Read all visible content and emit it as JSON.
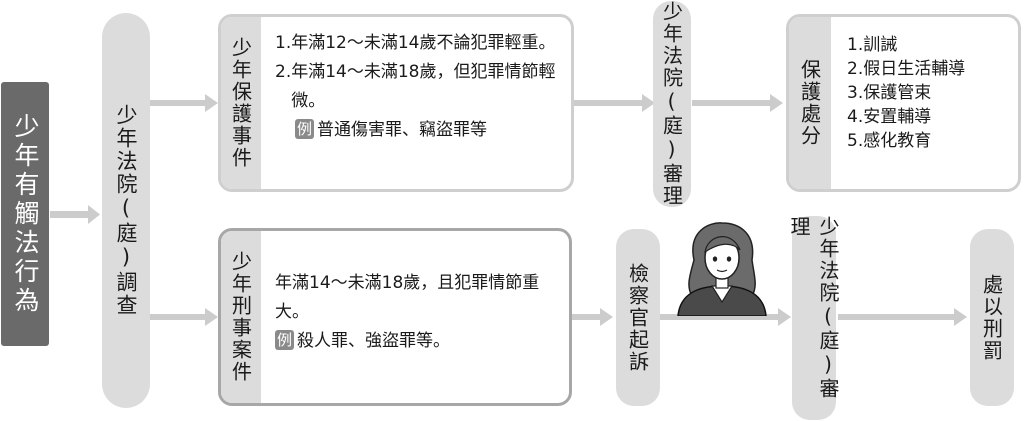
{
  "start": {
    "label": "少年有觸法行為"
  },
  "investigation": {
    "label": "少年法院(庭)調查"
  },
  "protection_case": {
    "label": "少年保護事件",
    "items": [
      {
        "num": "1.",
        "text": "年滿12～未滿14歲不論犯罪輕重。"
      },
      {
        "num": "2.",
        "text": "年滿14～未滿18歲，但犯罪情節輕微。"
      }
    ],
    "example_badge": "例",
    "example_text": "普通傷害罪、竊盜罪等"
  },
  "trial_top": {
    "label": "少年法院(庭)審理"
  },
  "disposition": {
    "label": "保護處分",
    "items": [
      "1.訓誡",
      "2.假日生活輔導",
      "3.保護管束",
      "4.安置輔導",
      "5.感化教育"
    ]
  },
  "criminal_case": {
    "label": "少年刑事案件",
    "text": "年滿14～未滿18歲，且犯罪情節重大。",
    "example_badge": "例",
    "example_text": "殺人罪、強盜罪等。"
  },
  "prosecution": {
    "label": "檢察官起訴"
  },
  "trial_bottom": {
    "label": "少年法院(庭)審理"
  },
  "sentence": {
    "label": "處以刑罰"
  },
  "colors": {
    "pill": "#dcdcdc",
    "dark": "#6a6a6a",
    "arrow": "#cccccc"
  }
}
